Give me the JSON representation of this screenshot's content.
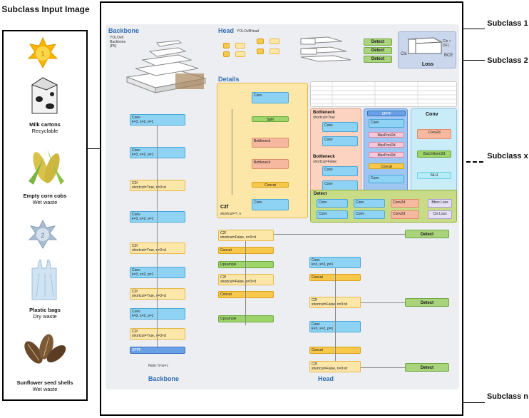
{
  "left": {
    "title": "Subclass Input Image",
    "items": [
      {
        "name": "Milk cartons",
        "type": "Recyclable"
      },
      {
        "name": "Empty corn cobs",
        "type": "Wet waste"
      },
      {
        "name": "Plastic bags",
        "type": "Dry waste"
      },
      {
        "name": "Sunflower seed shells",
        "type": "Wet waste"
      }
    ],
    "medal1": "1",
    "medal2": "2"
  },
  "right_labels": {
    "s1": "Subclass 1",
    "s2": "Subclass 2",
    "sx": "Subclass x",
    "sn": "Subclass n"
  },
  "diagram": {
    "backbone_title": "Backbone",
    "backbone_sub1": "YOLOv8",
    "backbone_sub2": "Backbone",
    "backbone_sub3": "(P5)",
    "head_title": "Head",
    "head_sub": "YOLOv8Head",
    "details_title": "Details",
    "loss_title": "Loss",
    "loss_cls": "Cls",
    "loss_bce": "BCE",
    "loss_cls_dfl": "Cls + DFL",
    "bottom_backbone": "Backbone",
    "bottom_head": "Head",
    "detect": "Detect",
    "conv": "Conv",
    "c2f": "C2f",
    "concat": "Concat",
    "upsample": "Upsample",
    "sppf": "SPPF",
    "split": "Split",
    "bottleneck": "Bottleneck",
    "maxpool": "MaxPool2d",
    "batchnorm": "BatchNorm2d",
    "silu": "SiLU",
    "conv2d": "Conv2d",
    "box_loss": "Bbox Loss",
    "cls_loss": "Cls Loss",
    "conv_k3": "k=3, s=2, p=1",
    "c2f_sc_true": "shortcut=True, n=3×d",
    "c2f_sc_false": "shortcut=False, n=3×d",
    "bottleneck_sc_true": "shortcut=True",
    "bottleneck_sc_false": "shortcut=False",
    "c2f_detail_sub": "shortcut=?, n",
    "note": "Note: h×w×c"
  }
}
